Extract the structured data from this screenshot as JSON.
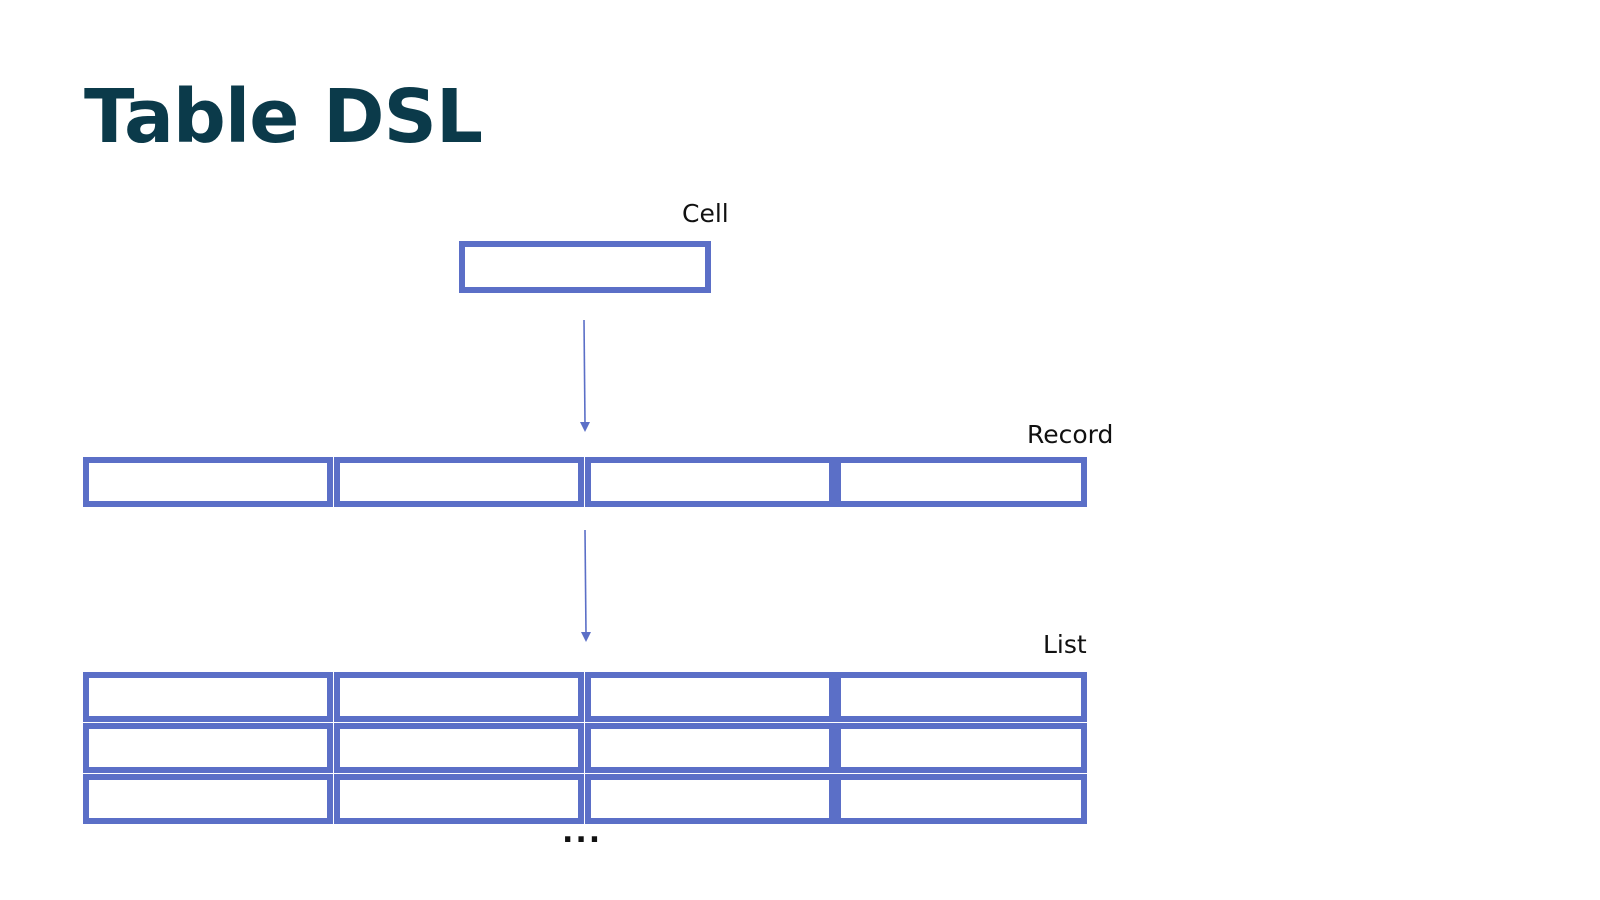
{
  "title": "Table DSL",
  "labels": {
    "cell": "Cell",
    "record": "Record",
    "list": "List",
    "ellipsis": "..."
  },
  "structure": {
    "record_columns": 4,
    "list_rows": 3
  },
  "colors": {
    "title": "#0b3a4a",
    "box_stroke": "#5b6fc7",
    "arrow": "#5b6fc7",
    "label_text": "#111111"
  }
}
